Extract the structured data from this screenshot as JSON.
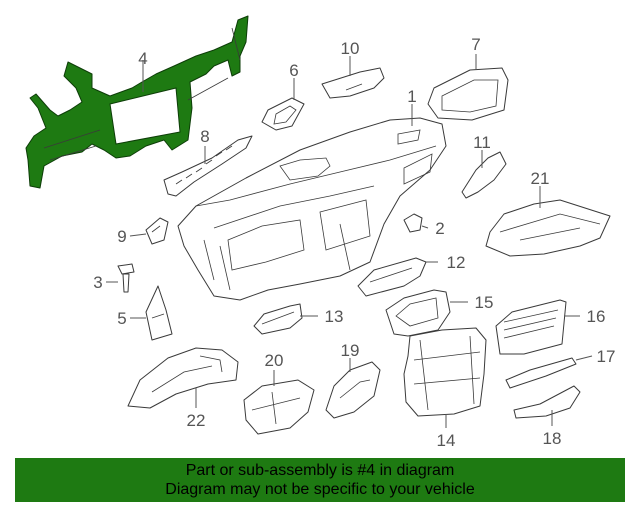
{
  "callouts": {
    "c1": "1",
    "c2": "2",
    "c3": "3",
    "c4": "4",
    "c5": "5",
    "c6": "6",
    "c7": "7",
    "c8": "8",
    "c9": "9",
    "c10": "10",
    "c11": "11",
    "c12": "12",
    "c13": "13",
    "c14": "14",
    "c15": "15",
    "c16": "16",
    "c17": "17",
    "c18": "18",
    "c19": "19",
    "c20": "20",
    "c21": "21",
    "c22": "22"
  },
  "highlighted_part": "4",
  "colors": {
    "highlight": "#1e7a12",
    "footer_bg": "#1e7a12"
  },
  "footer": {
    "line1": "Part or sub-assembly is #4 in diagram",
    "line2": "Diagram may not be specific to your vehicle"
  }
}
